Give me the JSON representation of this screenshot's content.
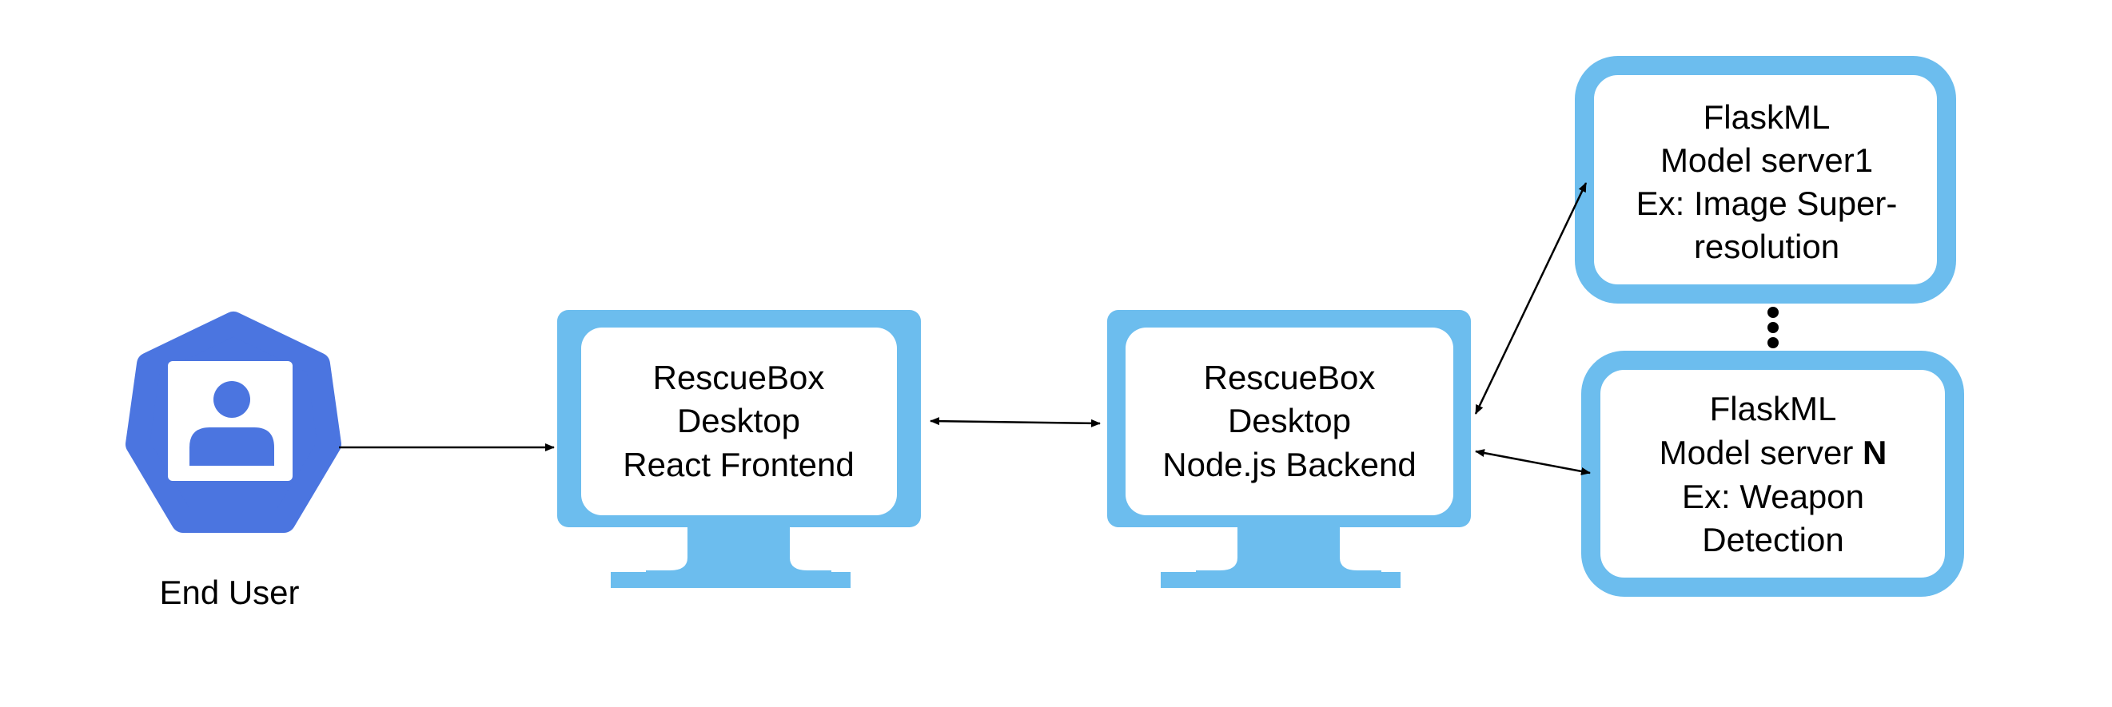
{
  "colors": {
    "monitor": "#6cbdee",
    "user_badge": "#4b75e0",
    "server_border": "#6cbdee",
    "arrow": "#000000",
    "background": "#ffffff"
  },
  "icons": {
    "user": "user-badge-icon",
    "monitor": "desktop-monitor-icon",
    "ellipsis": "vertical-dots-icon"
  },
  "end_user": {
    "label": "End User"
  },
  "frontend": {
    "line1": "RescueBox",
    "line2": "Desktop",
    "line3": "React Frontend"
  },
  "backend": {
    "line1": "RescueBox",
    "line2": "Desktop",
    "line3": "Node.js Backend"
  },
  "server1": {
    "line1": "FlaskML",
    "line2": "Model server1",
    "line3": "Ex: Image Super-",
    "line4": "resolution"
  },
  "serverN": {
    "line1": "FlaskML",
    "line2_prefix": "Model server ",
    "line2_bold": "N",
    "line3": "Ex: Weapon",
    "line4": "Detection"
  }
}
